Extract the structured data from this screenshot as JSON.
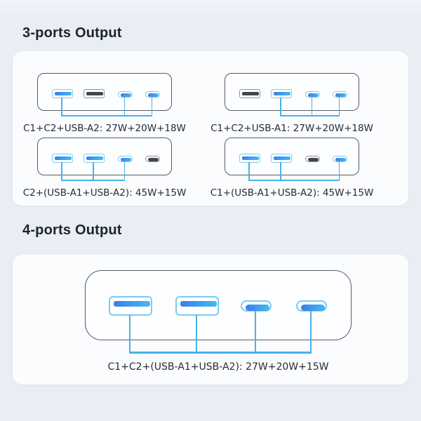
{
  "page_title": "Charger ports output infographic",
  "colors": {
    "page_bg": "#e9edf4",
    "card_bg": "#fafcfe",
    "title_text": "#1d2430",
    "label_text": "#272c35",
    "charger_outline": "#565c64",
    "active_port_border": "#79cbf3",
    "active_bar_gradient_start": "#3b7fe8",
    "active_bar_gradient_end": "#45b8f0",
    "inactive_port_border": "#8d9196",
    "inactive_port_bar": "#43474d",
    "connector_line": "#49b0ec"
  },
  "sections": [
    {
      "title": "3-ports Output",
      "diagrams": [
        {
          "size": "small",
          "ports": [
            {
              "type": "usb-a",
              "active": true
            },
            {
              "type": "usb-a",
              "active": false
            },
            {
              "type": "usb-c",
              "active": true
            },
            {
              "type": "usb-c",
              "active": true
            }
          ],
          "connected": [
            0,
            2,
            3
          ],
          "label": "C1+C2+USB-A2: 27W+20W+18W"
        },
        {
          "size": "small",
          "ports": [
            {
              "type": "usb-a",
              "active": false
            },
            {
              "type": "usb-a",
              "active": true
            },
            {
              "type": "usb-c",
              "active": true
            },
            {
              "type": "usb-c",
              "active": true
            }
          ],
          "connected": [
            1,
            2,
            3
          ],
          "label": "C1+C2+USB-A1: 27W+20W+18W"
        },
        {
          "size": "small",
          "ports": [
            {
              "type": "usb-a",
              "active": true
            },
            {
              "type": "usb-a",
              "active": true
            },
            {
              "type": "usb-c",
              "active": true
            },
            {
              "type": "usb-c",
              "active": false
            }
          ],
          "connected": [
            0,
            1,
            2
          ],
          "label": "C2+(USB-A1+USB-A2): 45W+15W"
        },
        {
          "size": "small",
          "ports": [
            {
              "type": "usb-a",
              "active": true
            },
            {
              "type": "usb-a",
              "active": true
            },
            {
              "type": "usb-c",
              "active": false
            },
            {
              "type": "usb-c",
              "active": true
            }
          ],
          "connected": [
            0,
            1,
            3
          ],
          "label": "C1+(USB-A1+USB-A2): 45W+15W"
        }
      ]
    },
    {
      "title": "4-ports Output",
      "diagrams": [
        {
          "size": "large",
          "ports": [
            {
              "type": "usb-a",
              "active": true
            },
            {
              "type": "usb-a",
              "active": true
            },
            {
              "type": "usb-c",
              "active": true
            },
            {
              "type": "usb-c",
              "active": true
            }
          ],
          "connected": [
            0,
            1,
            2,
            3
          ],
          "label": "C1+C2+(USB-A1+USB-A2): 27W+20W+15W"
        }
      ]
    }
  ]
}
